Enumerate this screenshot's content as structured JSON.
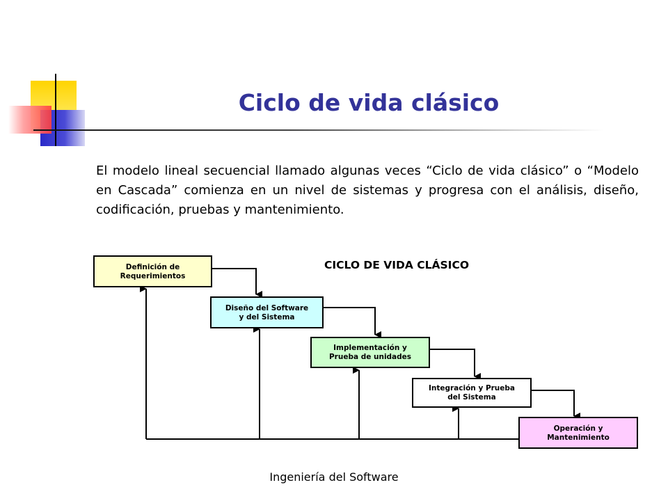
{
  "slide": {
    "title": "Ciclo de vida clásico",
    "body": "El modelo lineal secuencial llamado algunas veces “Ciclo de vida clásico” o “Modelo en Cascada” comienza en un nivel de sistemas y progresa con el análisis, diseño, codificación, pruebas y mantenimiento.",
    "footer": "Ingeniería del Software"
  },
  "diagram": {
    "title": "CICLO DE VIDA CLÁSICO",
    "stages": [
      {
        "line1": "Definición de",
        "line2": "Requerimientos",
        "color": "#ffffcc"
      },
      {
        "line1": "Diseño del Software",
        "line2": "y del Sistema",
        "color": "#ccffff"
      },
      {
        "line1": "Implementación y",
        "line2": "Prueba de unidades",
        "color": "#ccffcc"
      },
      {
        "line1": "Integración y Prueba",
        "line2": "del Sistema",
        "color": "#ffffff"
      },
      {
        "line1": "Operación y",
        "line2": "Mantenimiento",
        "color": "#ffccff"
      }
    ]
  }
}
